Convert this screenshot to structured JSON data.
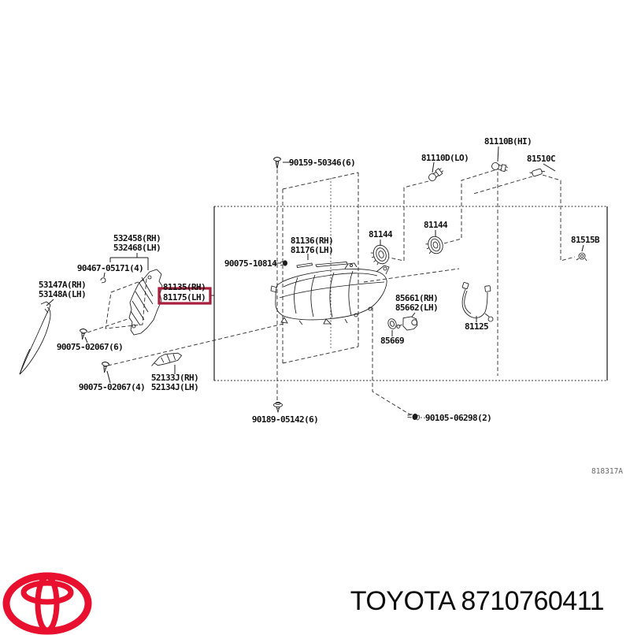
{
  "page": {
    "type": "toyota-parts-diagram",
    "ref_code": "818317A",
    "highlight_color": "#a81e3c",
    "line_color": "#1b1b1b"
  },
  "labels": {
    "p532458": {
      "line1": "532458(RH)",
      "line2": "532468(LH)"
    },
    "p90467": "90467-05171(4)",
    "p53147": {
      "line1": "53147A(RH)",
      "line2": "53148A(LH)"
    },
    "p81135": "81135(RH)",
    "p81175": "81175(LH)",
    "p90075_02067_6": "90075-02067(6)",
    "p90075_02067_4": "90075-02067(4)",
    "p52133": {
      "line1": "52133J(RH)",
      "line2": "52134J(LH)"
    },
    "p90159": "90159-50346(6)",
    "p90075_10814": "90075-10814",
    "p81136": {
      "line1": "81136(RH)",
      "line2": "81176(LH)"
    },
    "p81144_1": "81144",
    "p81144_2": "81144",
    "p81110d": "81110D(LO)",
    "p81110b": "81110B(HI)",
    "p81510c": "81510C",
    "p81515b": "81515B",
    "p85661": {
      "line1": "85661(RH)",
      "line2": "85662(LH)"
    },
    "p85669": "85669",
    "p81125": "81125",
    "p90189": "90189-05142(6)",
    "p90105": "90105-06298(2)",
    "ref": "818317A"
  },
  "footer": {
    "text": "TOYOTA 8710760411",
    "logo": "toyota-logo",
    "logo_color": "#e8102e"
  }
}
